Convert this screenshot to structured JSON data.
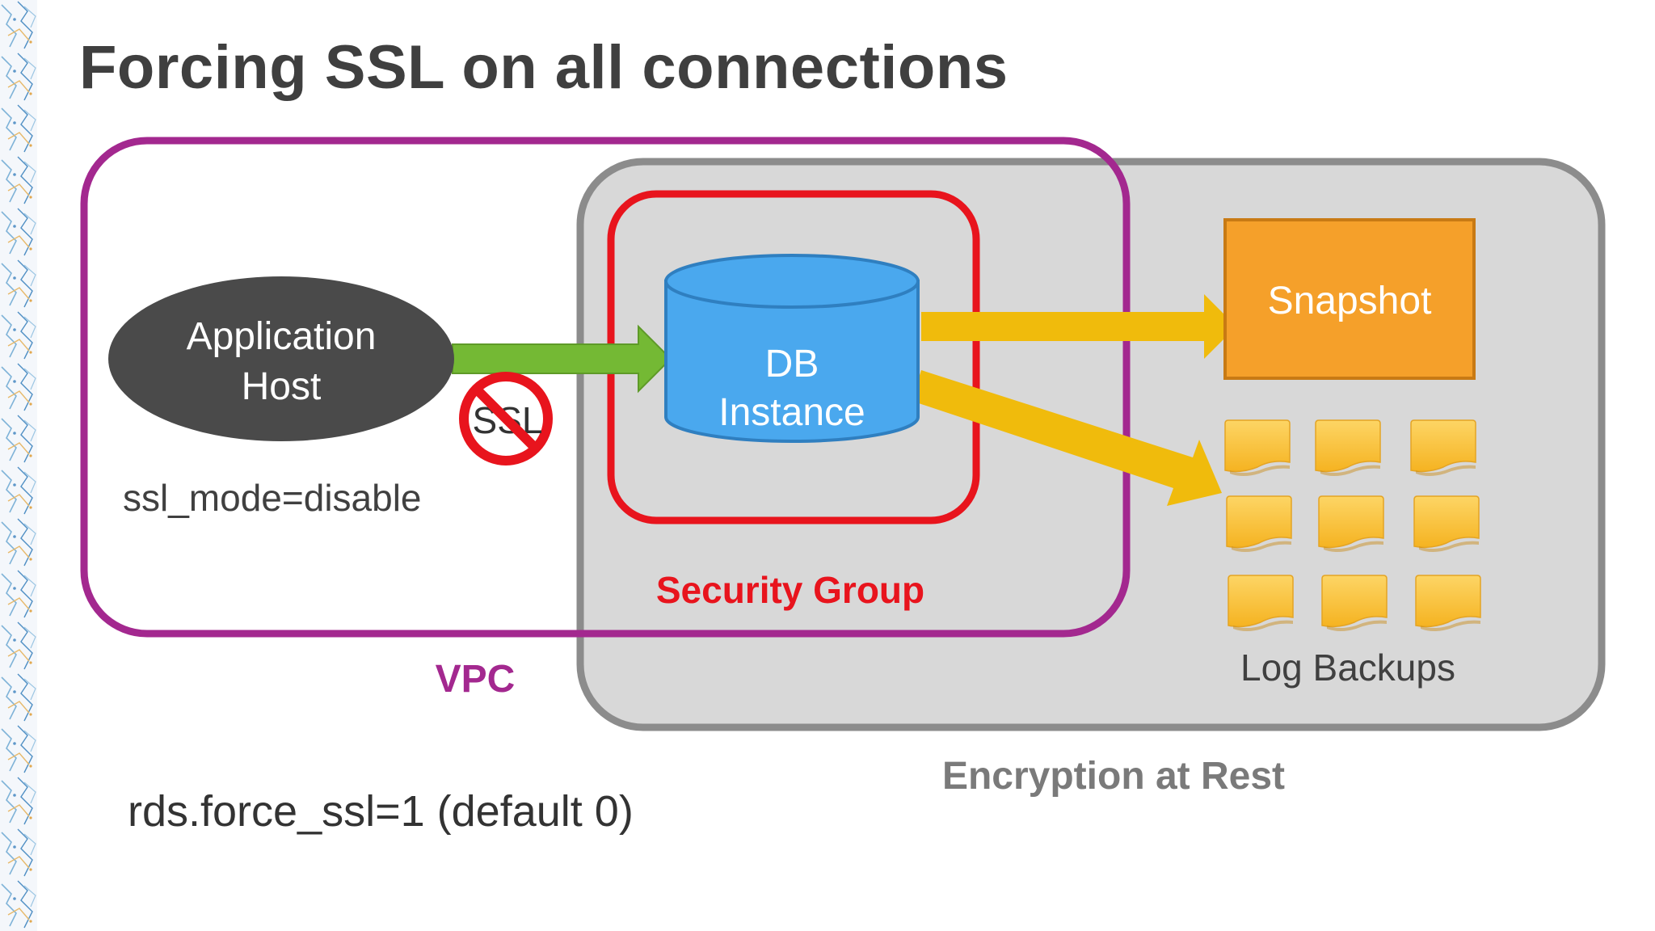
{
  "slide": {
    "title": "Forcing SSL on all connections"
  },
  "diagram": {
    "app_host_line1": "Application",
    "app_host_line2": "Host",
    "ssl_badge_text": "SSL",
    "ssl_mode_text": "ssl_mode=disable",
    "db_line1": "DB",
    "db_line2": "Instance",
    "snapshot_label": "Snapshot",
    "log_backups_label": "Log Backups",
    "security_group_label": "Security Group",
    "vpc_label": "VPC",
    "encryption_label": "Encryption at Rest",
    "force_ssl_text": "rds.force_ssl=1 (default 0)",
    "colors": {
      "vpc": "#a3288f",
      "security_group": "#e8141d",
      "encryption_box_fill": "#d8d8d8",
      "encryption_box_stroke": "#8c8c8c",
      "app_host": "#4a4a4a",
      "db_instance": "#4aa8ee",
      "snapshot": "#f5a02a",
      "arrow_ssl": "#74b934",
      "arrow_backup": "#f0bb0c",
      "log_note": "#fbc33b",
      "no_symbol": "#e8141d",
      "encryption_text": "#7a7a7a"
    },
    "icons": {
      "no_ssl": "prohibited-icon",
      "db": "database-cylinder-icon",
      "log": "note-icon"
    }
  }
}
